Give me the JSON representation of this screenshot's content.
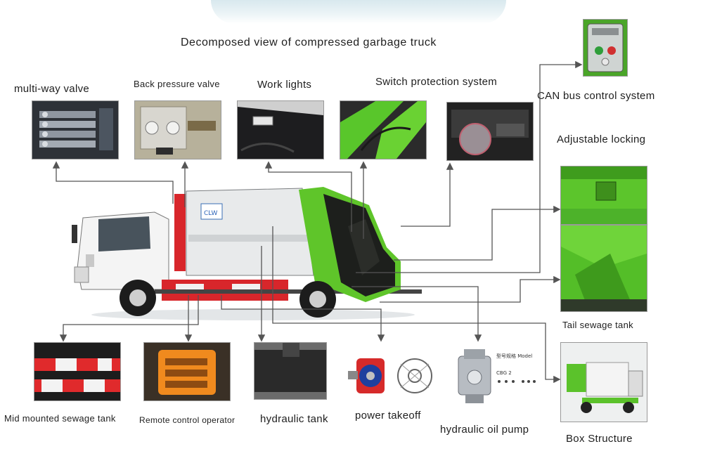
{
  "title": "Decomposed view of compressed garbage truck",
  "labels": {
    "multi_way_valve": "multi-way valve",
    "back_pressure_valve": "Back pressure valve",
    "work_lights": "Work lights",
    "switch_protection": "Switch protection system",
    "can_bus": "CAN bus control system",
    "adjustable_locking": "Adjustable locking",
    "tail_sewage_tank": "Tail sewage tank",
    "mid_sewage_tank": "Mid mounted sewage tank",
    "remote_control": "Remote control operator",
    "hydraulic_tank": "hydraulic tank",
    "power_takeoff": "power takeoff",
    "hydraulic_oil_pump": "hydraulic oil pump",
    "box_structure": "Box Structure"
  },
  "colors": {
    "line": "#555555",
    "green": "#5fc52a",
    "red": "#d8262b"
  }
}
